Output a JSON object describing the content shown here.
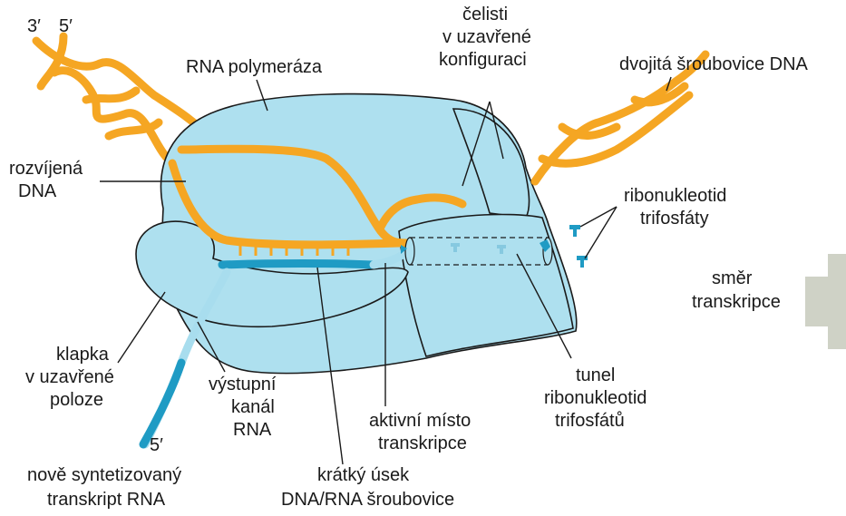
{
  "colors": {
    "dna": "#f5a623",
    "rna": "#1f9bc4",
    "rna_exit": "#a8ddee",
    "enzyme": "#aee0ef",
    "arrow": "#cfd2c6",
    "label": "#1a1a1a"
  },
  "icons": {
    "direction_arrow": "right-arrow-icon",
    "nucleotide": "nucleotide-triphosphate-icon"
  },
  "labels": {
    "end_3": "3′",
    "end_5_dna": "5′",
    "end_5_rna": "5′",
    "rna_polymerase": "RNA polymeráza",
    "jaws": [
      "čelisti",
      "v uzavřené",
      "konfiguraci"
    ],
    "double_helix": "dvojitá šroubovice DNA",
    "unwound_dna": [
      "rozvíjená",
      "DNA"
    ],
    "ribonucleotide_triphosphates": [
      "ribonukleotid",
      "trifosfáty"
    ],
    "direction": [
      "směr",
      "transkripce"
    ],
    "flap": [
      "klapka",
      "v uzavřené",
      "poloze"
    ],
    "exit_channel": [
      "výstupní",
      "kanál",
      "RNA"
    ],
    "active_site": [
      "aktivní místo",
      "transkripce"
    ],
    "tunnel": [
      "tunel",
      "ribonukleotid",
      "trifosfátů"
    ],
    "new_transcript": [
      "nově syntetizovaný",
      "transkript RNA"
    ],
    "short_segment": [
      "krátký úsek",
      "DNA/RNA šroubovice"
    ]
  }
}
